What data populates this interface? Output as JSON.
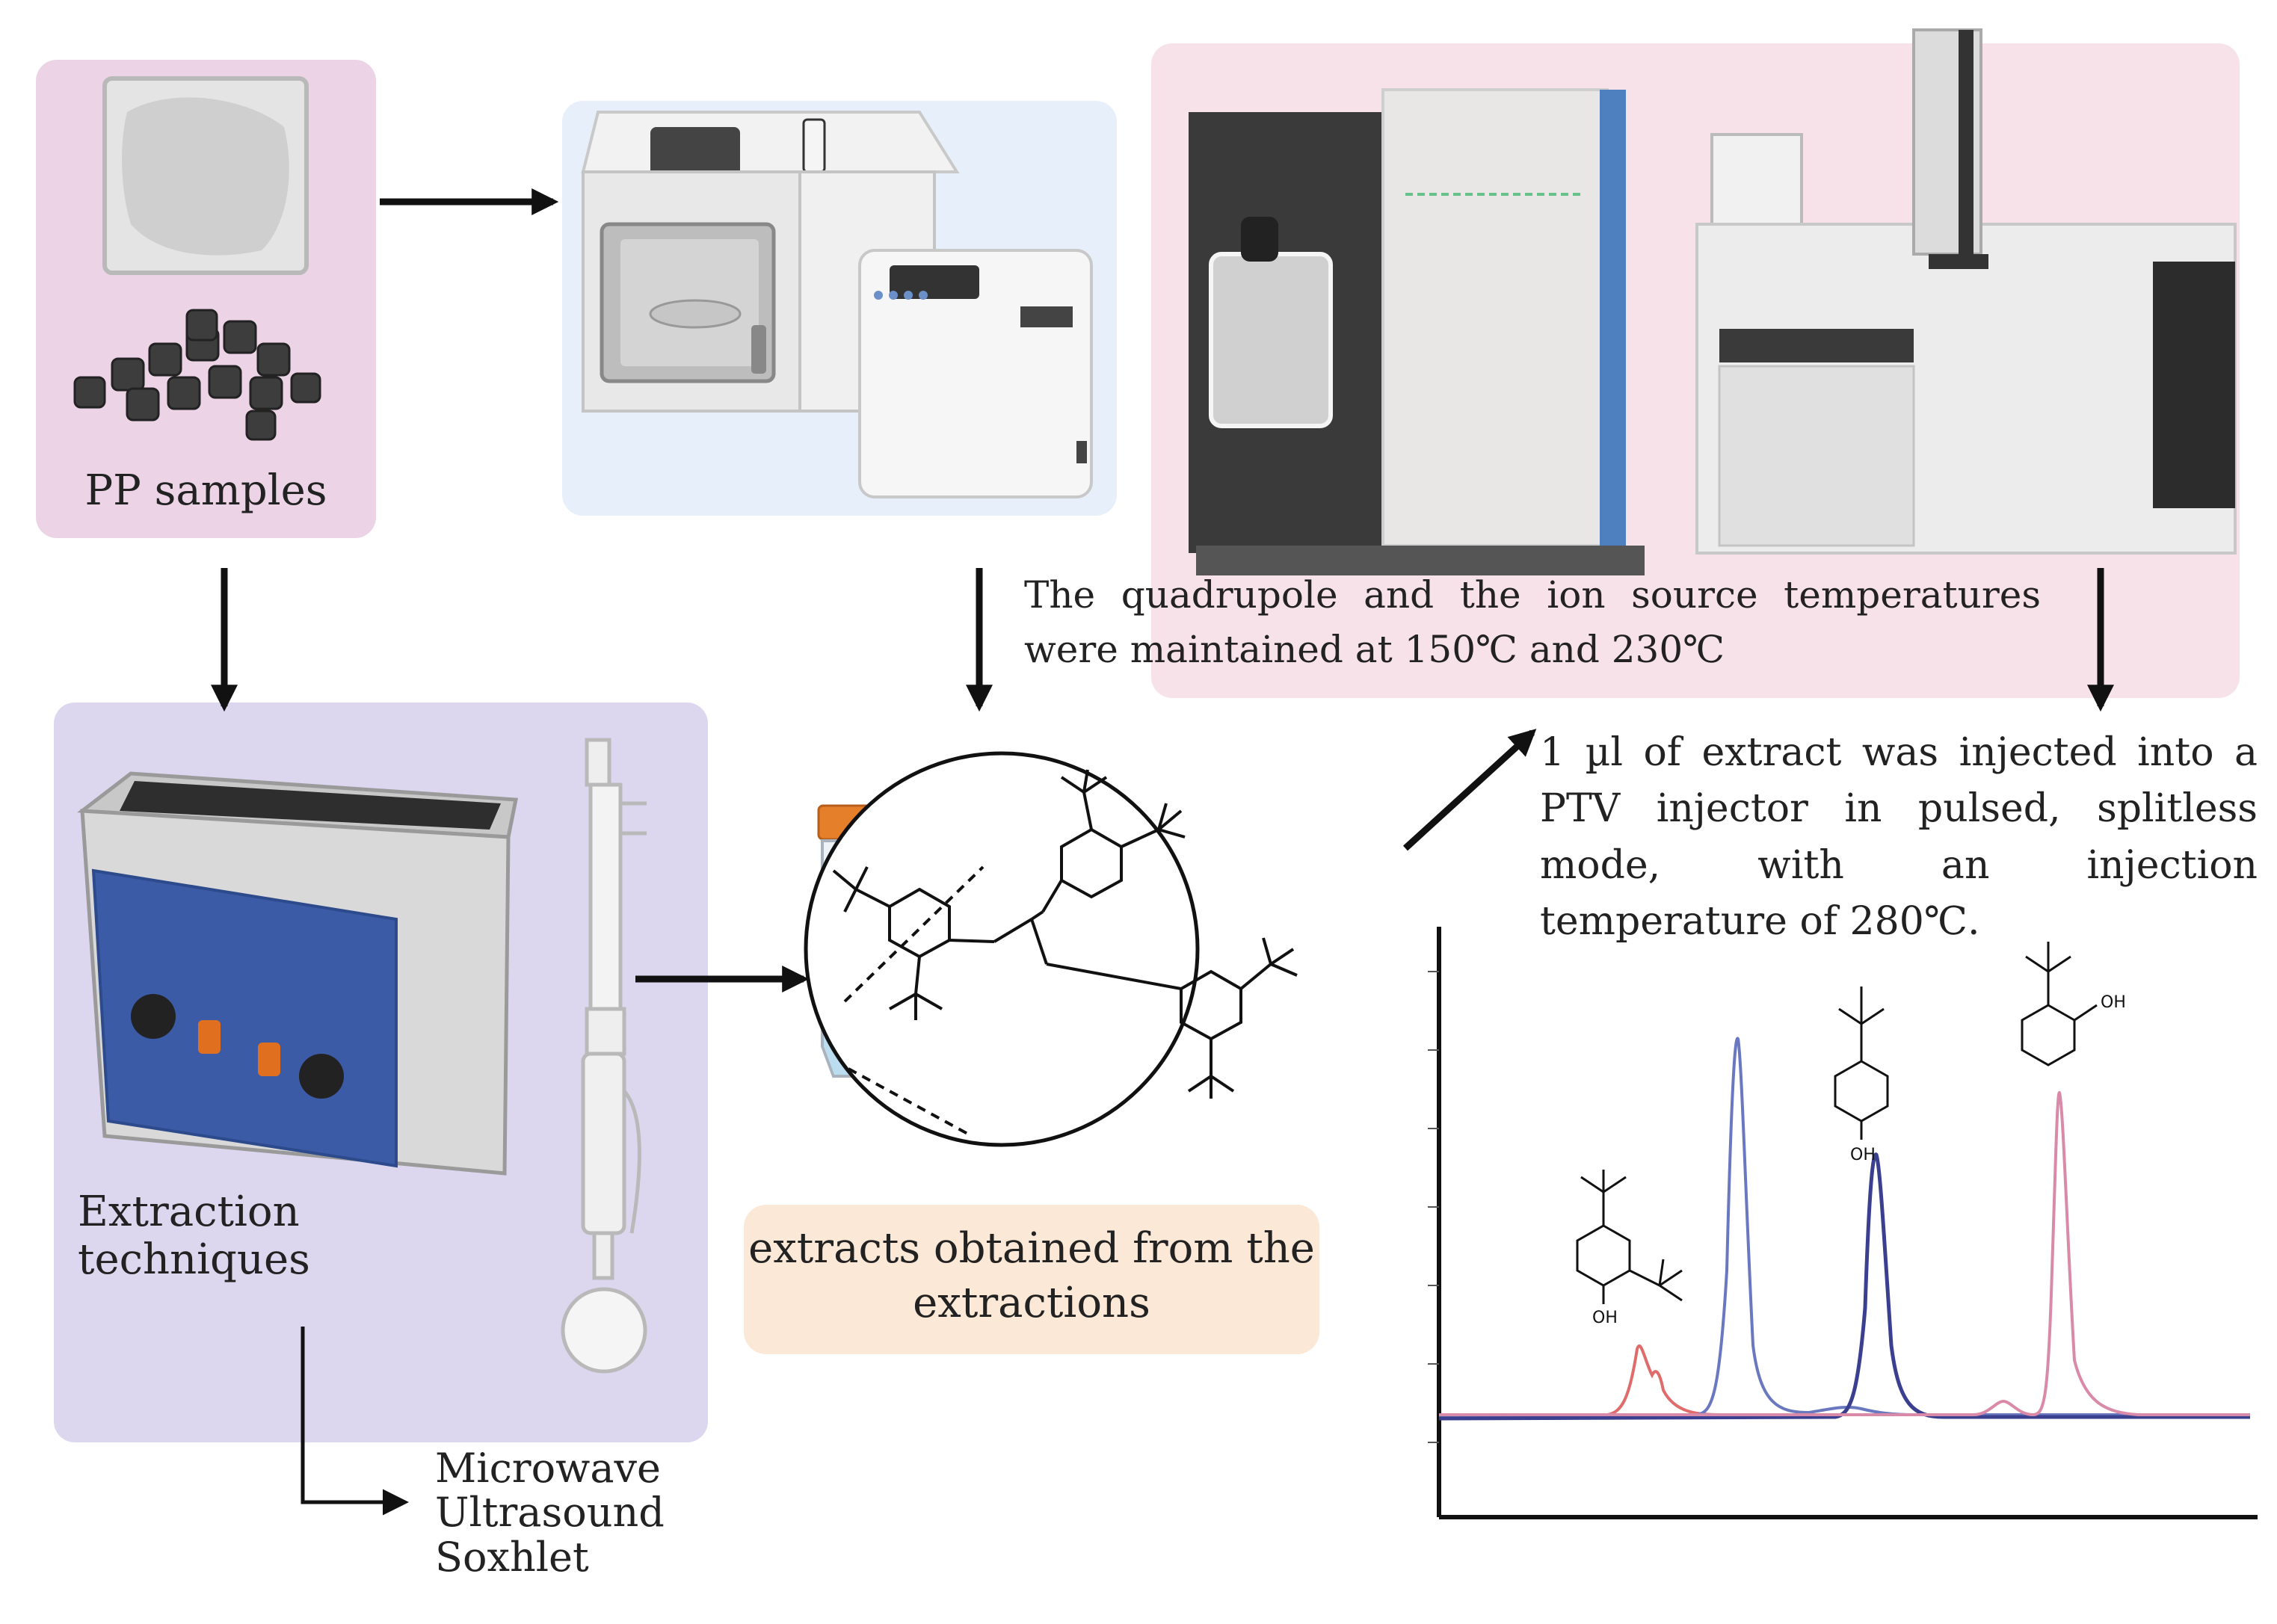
{
  "labels": {
    "pp_samples": "PP samples",
    "extraction_techniques": "Extraction techniques",
    "methods": [
      "Microwave",
      "Ultrasound",
      "Soxhlet"
    ],
    "extracts": "extracts obtained from the extractions",
    "quadrupole_note": "The quadrupole and the ion source temperatures were maintained at 150℃ and 230℃",
    "injection_note": "1 µl of extract was injected into a PTV injector in pulsed, splitless mode, with an injection temperature of 280℃."
  },
  "chemistry": {
    "hydroxyl_label": "OH"
  },
  "colors": {
    "pp_panel": "#ecd3e6",
    "microwave_panel": "#e6effa",
    "gcms_panel": "#f8e2ea",
    "extraction_panel": "#dcd7ee",
    "extracts_panel": "#fbe8d6",
    "trace_red": "#e06b6b",
    "trace_blue": "#6a78c0",
    "trace_navy": "#3a3f8f",
    "trace_pink": "#d98aa8"
  }
}
